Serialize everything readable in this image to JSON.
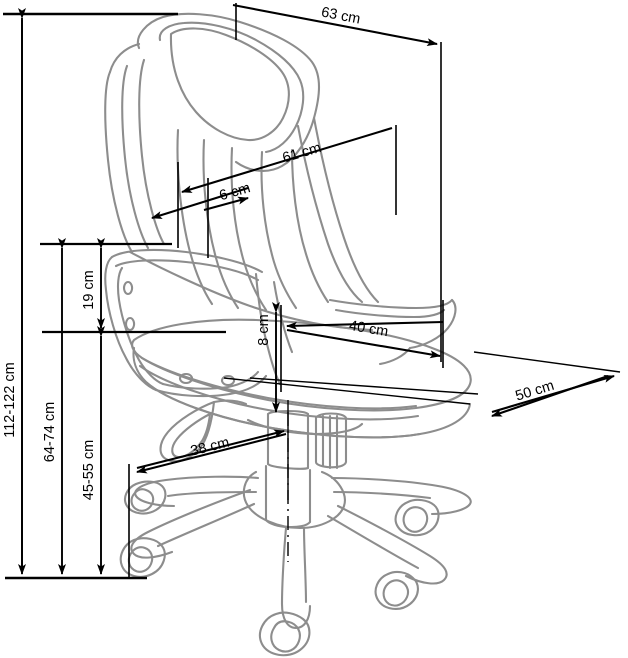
{
  "document": {
    "type": "technical-dimension-drawing",
    "subject": "office chair",
    "view": "three-quarter perspective",
    "unit": "cm",
    "background_color": "#ffffff",
    "object_outline_color": "#8d8d8d",
    "dimension_line_color": "#000000"
  },
  "dimensions": {
    "total_height": {
      "label": "112-122 cm",
      "orientation": "vertical",
      "position": "far-left",
      "measures": "overall chair height, adjustable"
    },
    "backrest_top_height": {
      "label": "64-74 cm",
      "orientation": "vertical",
      "position": "left",
      "measures": "armrest top height from floor, adjustable"
    },
    "seat_height": {
      "label": "45-55 cm",
      "orientation": "vertical",
      "position": "left-inner",
      "measures": "seat height from floor, adjustable"
    },
    "armrest_height": {
      "label": "19 cm",
      "orientation": "vertical",
      "position": "left-inner",
      "measures": "armrest height above seat"
    },
    "overall_width": {
      "label": "63 cm",
      "orientation": "diagonal",
      "position": "top",
      "measures": "overall chair width"
    },
    "backrest_width": {
      "label": "61 cm",
      "orientation": "diagonal",
      "position": "upper-middle",
      "measures": "backrest width"
    },
    "backrest_detail": {
      "label": "6 cm",
      "orientation": "diagonal",
      "position": "middle",
      "measures": "backrest side panel width"
    },
    "seat_width": {
      "label": "40 cm",
      "orientation": "diagonal",
      "position": "middle-right",
      "measures": "seat width"
    },
    "seat_depth": {
      "label": "50 cm",
      "orientation": "diagonal",
      "position": "right",
      "measures": "seat depth"
    },
    "base_diameter": {
      "label": "38 cm",
      "orientation": "diagonal",
      "position": "lower-left",
      "measures": "base radius / caster reach"
    },
    "seat_thickness": {
      "label": "8 cm",
      "orientation": "vertical",
      "position": "center",
      "measures": "seat cushion thickness"
    }
  },
  "chart_data": {
    "type": "table",
    "title": "Office chair dimensions",
    "categories": [
      "Total height",
      "Armrest top height",
      "Seat height",
      "Armrest height above seat",
      "Overall width",
      "Backrest width",
      "Backrest side panel",
      "Seat width",
      "Seat depth",
      "Base reach",
      "Seat thickness"
    ],
    "values": [
      "112-122",
      "64-74",
      "45-55",
      "19",
      "63",
      "61",
      "6",
      "40",
      "50",
      "38",
      "8"
    ],
    "unit": "cm"
  }
}
